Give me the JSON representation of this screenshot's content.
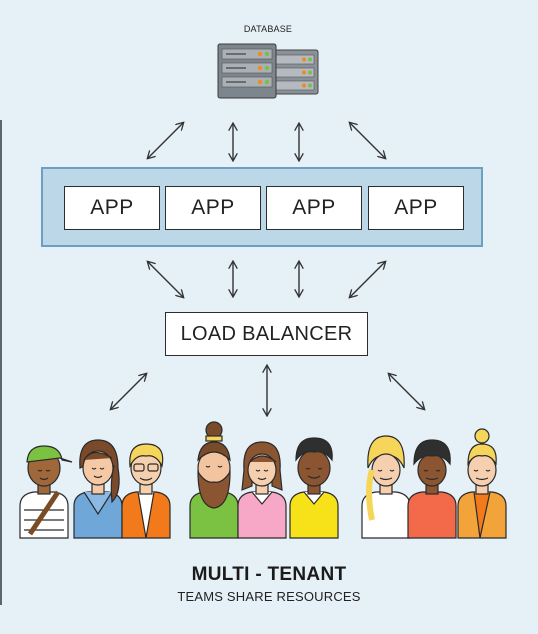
{
  "database": {
    "label": "DATABASE",
    "icon": "server-rack-icon"
  },
  "apps": {
    "labels": [
      "APP",
      "APP",
      "APP",
      "APP"
    ]
  },
  "load_balancer": {
    "label": "LOAD BALANCER"
  },
  "footer": {
    "title": "MULTI - TENANT",
    "subtitle": "TEAMS SHARE RESOURCES"
  },
  "colors": {
    "background": "#e6f0f7",
    "app_panel_fill": "#bcd7e8",
    "app_panel_border": "#6c9fc2",
    "box_border": "#2d2d2d"
  },
  "tenants": {
    "group_count": 3,
    "people_per_group": 3
  }
}
